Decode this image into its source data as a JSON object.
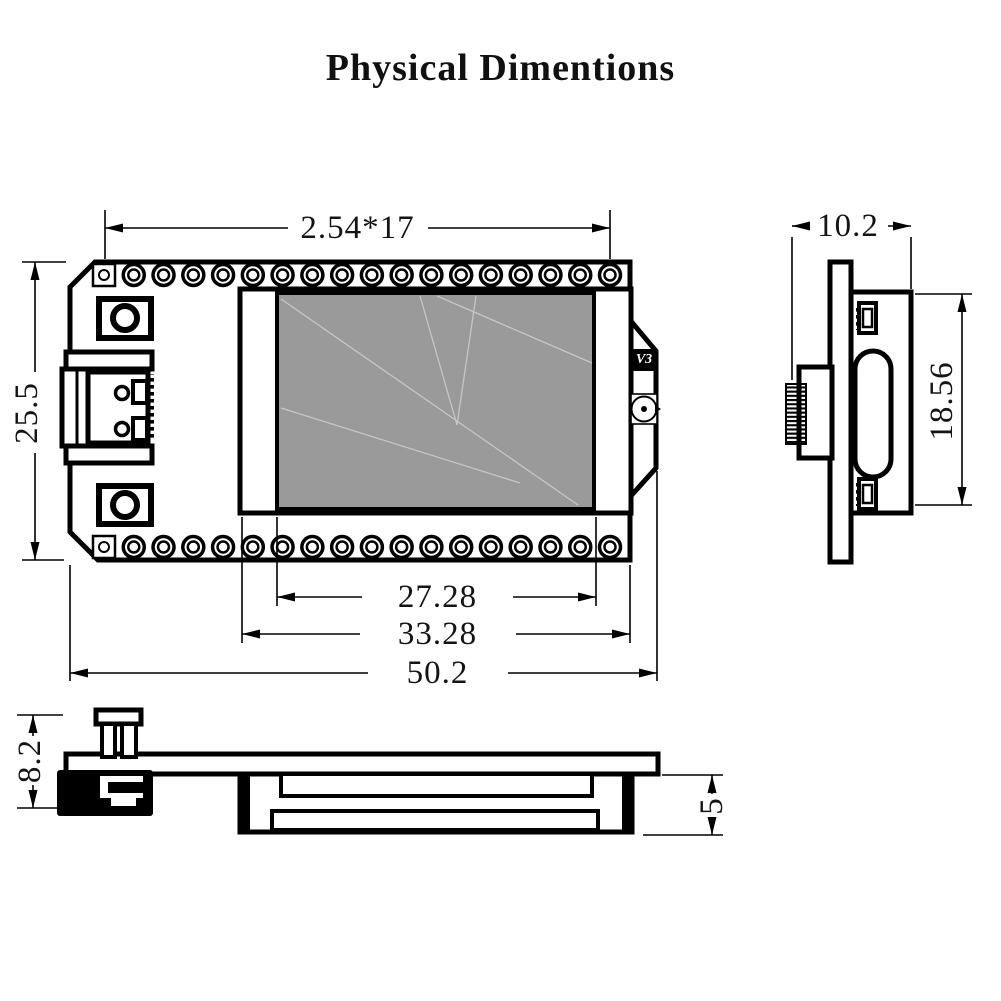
{
  "title": "Physical Dimentions",
  "front_view": {
    "top_pitch_dim": "2.54*17",
    "left_height_dim": "25.5",
    "display_width_dim": "27.28",
    "module_width_dim": "33.28",
    "board_width_dim": "50.2",
    "version_label": "V3",
    "pins_per_row": 18,
    "pin_rows": 2
  },
  "side_view": {
    "thickness_dim": "10.2",
    "module_height_dim": "18.56"
  },
  "bottom_view": {
    "overall_height_dim": "8.2",
    "module_depth_dim": "5"
  },
  "colors": {
    "line": "#000000",
    "display_gray": "#9a9a9a",
    "background": "#ffffff"
  }
}
